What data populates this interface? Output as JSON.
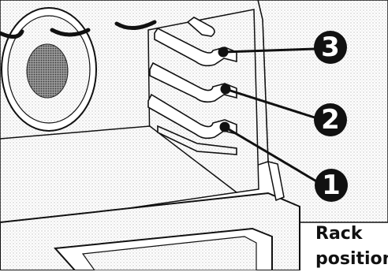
{
  "rack_positions": [
    {
      "number": "3"
    },
    {
      "number": "2"
    },
    {
      "number": "1"
    }
  ],
  "caption": {
    "line1": "Rack",
    "line2": "positions"
  },
  "colors": {
    "ink": "#111111",
    "background": "#ffffff",
    "stipple": "#c9c9c9"
  }
}
